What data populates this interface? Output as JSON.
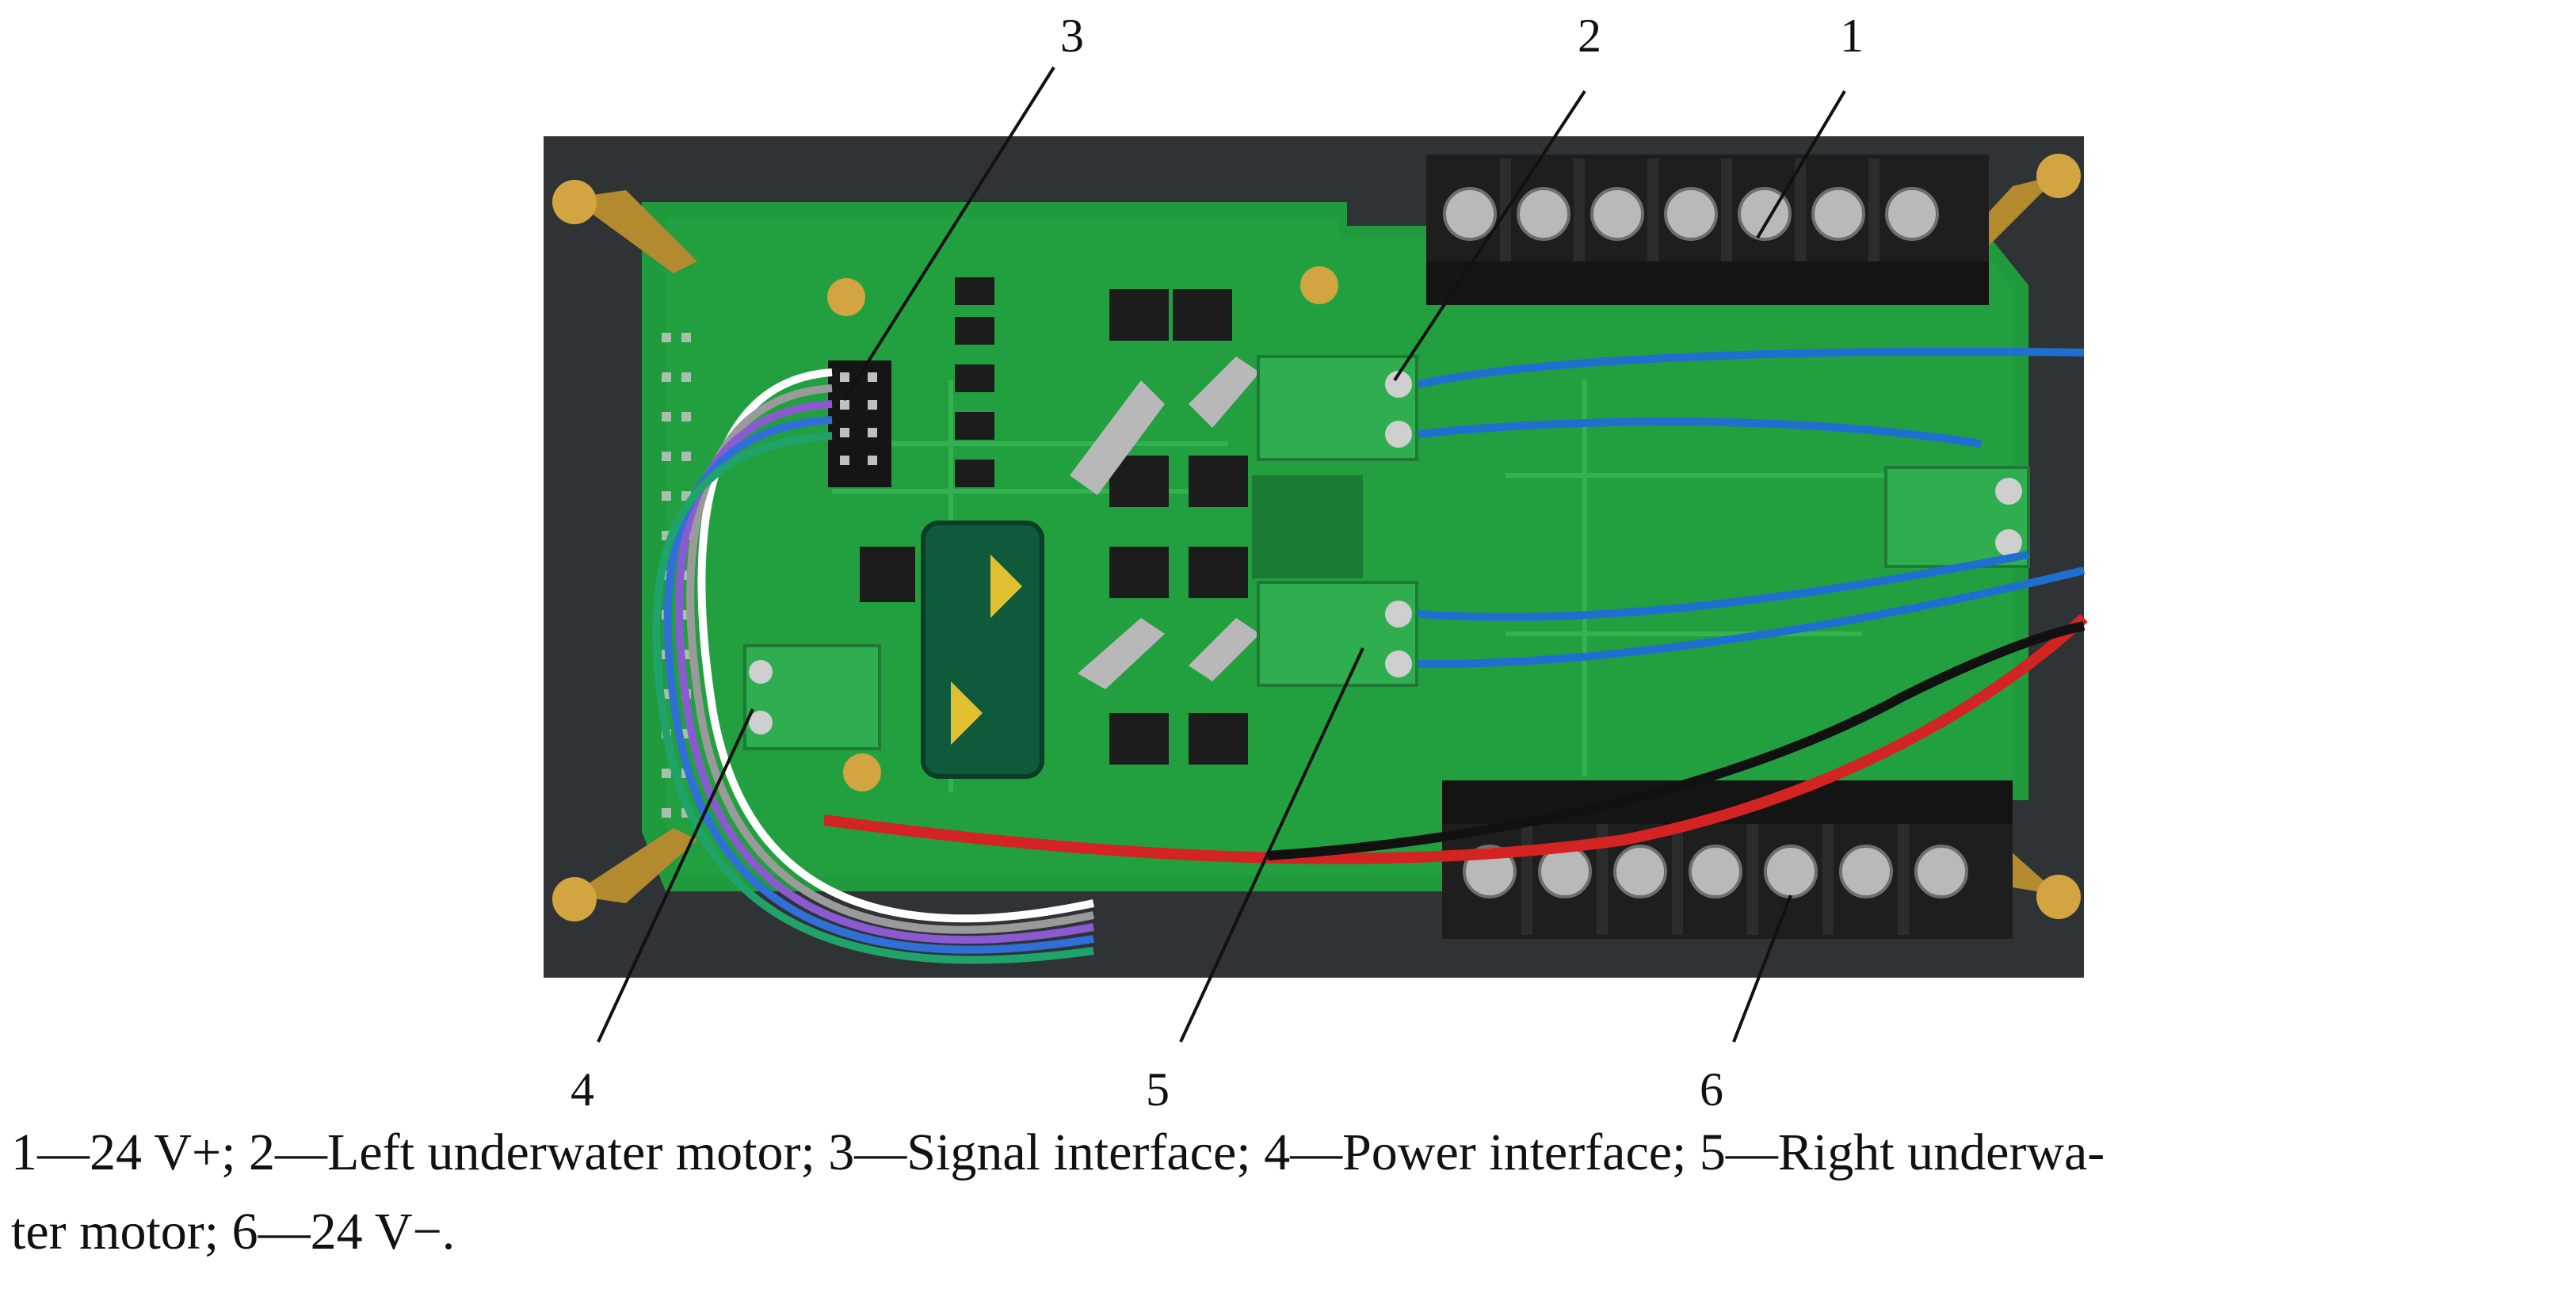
{
  "callouts": {
    "c1": "1",
    "c2": "2",
    "c3": "3",
    "c4": "4",
    "c5": "5",
    "c6": "6"
  },
  "caption": {
    "line1": "1—24 V+; 2—Left underwater motor; 3—Signal interface; 4—Power interface; 5—Right underwa-",
    "line2": "ter motor; 6—24 V−."
  },
  "colors": {
    "pcb_green": "#1f9a3c",
    "terminal_black": "#1e1e1e",
    "connector_green": "#2fae4f",
    "wire_red": "#d42323",
    "wire_blue": "#1f6fd0"
  }
}
